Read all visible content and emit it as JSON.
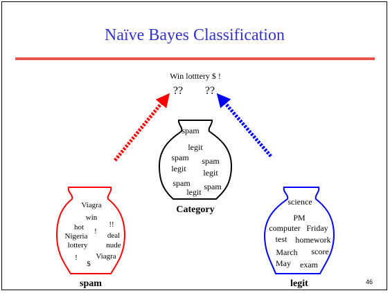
{
  "title": "Naïve Bayes Classification",
  "query": {
    "text": "Win lotttery $ !",
    "unknown_left": "??",
    "unknown_right": "??"
  },
  "page_number": "46",
  "colors": {
    "title": "#3333cc",
    "rule": "#e8554b",
    "spam": "#ff0000",
    "legit": "#0000ff",
    "category": "#000000"
  },
  "category_jar": {
    "label": "Category",
    "words": [
      "spam",
      "legit",
      "spam",
      "spam",
      "legit",
      "legit",
      "spam",
      "spam",
      "legit"
    ]
  },
  "spam_jar": {
    "label": "spam",
    "words": [
      "Viagra",
      "win",
      "hot",
      "!!",
      "Nigeria",
      "!",
      "deal",
      "lottery",
      "nude",
      "!",
      "Viagra",
      "$"
    ]
  },
  "legit_jar": {
    "label": "legit",
    "words": [
      "science",
      "PM",
      "computer",
      "Friday",
      "test",
      "homework",
      "March",
      "score",
      "May",
      "exam"
    ]
  }
}
